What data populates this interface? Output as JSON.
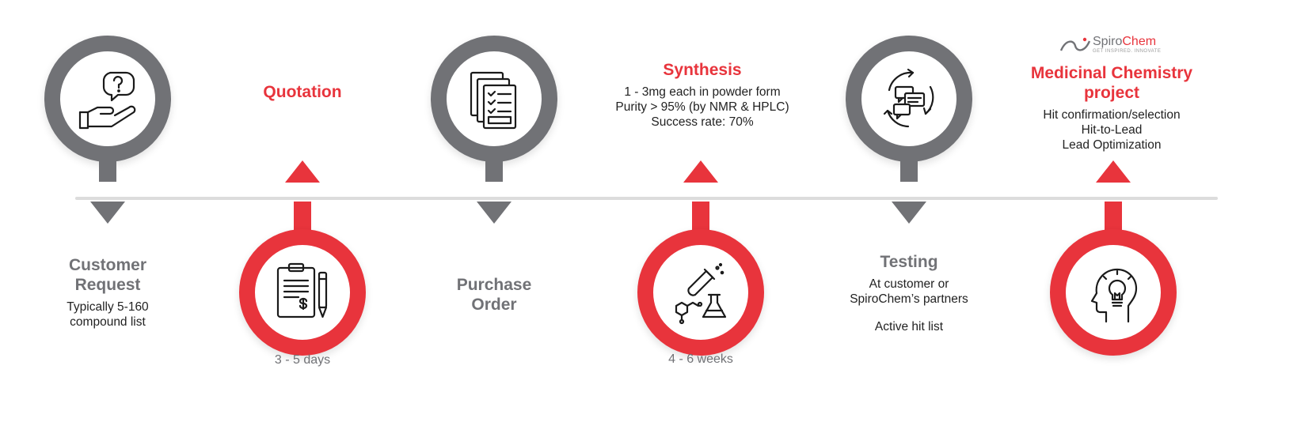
{
  "steps": [
    {
      "title_line1": "Customer",
      "title_line2": "Request",
      "desc_line1": "Typically 5-160",
      "desc_line2": "compound list"
    },
    {
      "title": "Quotation",
      "duration": "3 - 5 days"
    },
    {
      "title_line1": "Purchase",
      "title_line2": "Order"
    },
    {
      "title": "Synthesis",
      "desc_line1": "1 - 3mg each in powder form",
      "desc_line2": "Purity > 95% (by NMR & HPLC)",
      "desc_line3": "Success rate: 70%",
      "duration": "4 - 6 weeks"
    },
    {
      "title": "Testing",
      "desc_line1": "At customer or",
      "desc_line2": "SpiroChem’s partners",
      "desc_line3": "Active hit list"
    },
    {
      "title_line1": "Medicinal Chemistry",
      "title_line2": "project",
      "desc_line1": "Hit confirmation/selection",
      "desc_line2": "Hit-to-Lead",
      "desc_line3": "Lead Optimization"
    }
  ],
  "logo": {
    "text_a": "Spiro",
    "text_b": "Chem",
    "tagline": "GET INSPIRED. INNOVATE"
  },
  "icons": [
    "question-hand-icon",
    "invoice-pencil-icon",
    "documents-checklist-icon",
    "chemistry-flask-icon",
    "chat-cycle-icon",
    "head-lightbulb-icon"
  ],
  "colors": {
    "red": "#e8343c",
    "gray": "#717276",
    "line": "#dcdcdc"
  }
}
